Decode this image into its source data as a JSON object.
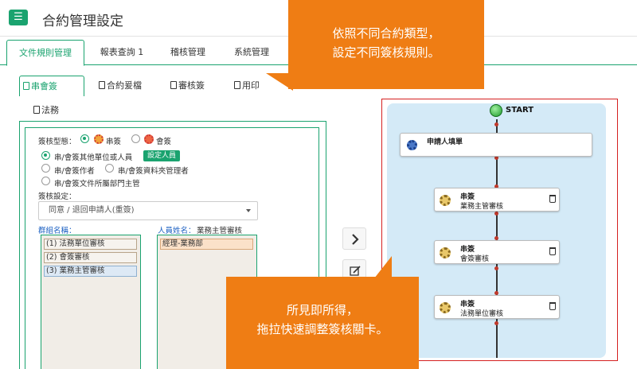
{
  "header": {
    "menu_icon": "☰",
    "title": "合約管理設定"
  },
  "main_tabs": [
    {
      "label": "文件規則管理",
      "active": true
    },
    {
      "label": "報表查詢 1",
      "active": false
    },
    {
      "label": "稽核管理",
      "active": false
    },
    {
      "label": "系統管理",
      "active": false
    }
  ],
  "sub_tabs": [
    {
      "label": "串會簽",
      "active": true
    },
    {
      "label": "合約爰檔",
      "active": false
    },
    {
      "label": "審核簽",
      "active": false
    },
    {
      "label": "用印",
      "active": false
    },
    {
      "label": "法務",
      "active": false
    }
  ],
  "form": {
    "sign_type_label": "簽核型態：",
    "serial_label": "串簽",
    "counter_label": "會簽",
    "opt_other": "串/會簽其他單位或人員",
    "set_person_button": "設定人員",
    "opt_author": "串/會簽作者",
    "opt_folder_admin": "串/會簽資料夾管理者",
    "opt_dept_head": "串/會簽文件所屬部門主管",
    "sign_setting_label": "簽核設定：",
    "opinion_select": "同意 / 退回申請人(重簽)",
    "group_name_label": "群組名稱：",
    "person_name_label": "人員姓名：",
    "person_name_value": "業務主管審核",
    "groups": [
      "(1) 法務單位審核",
      "(2) 會簽審核",
      "(3) 業務主管審核"
    ],
    "persons": [
      "經理-業務部"
    ]
  },
  "flow": {
    "start_label": "START",
    "applicant_card": "申請人填單",
    "steps": [
      {
        "title": "串簽",
        "subtitle": "業務主管審核"
      },
      {
        "title": "串簽",
        "subtitle": "會簽審核"
      },
      {
        "title": "串簽",
        "subtitle": "法務單位審核"
      }
    ]
  },
  "callouts": {
    "top_line1": "依照不同合約類型，",
    "top_line2": "設定不同簽核規則。",
    "bottom_line1": "所見即所得，",
    "bottom_line2": "拖拉快速調整簽核關卡。"
  },
  "colors": {
    "accent": "#1aa36f",
    "callout": "#ef7d14",
    "flow_border": "#d52020",
    "flow_bg": "#d4eaf7"
  }
}
